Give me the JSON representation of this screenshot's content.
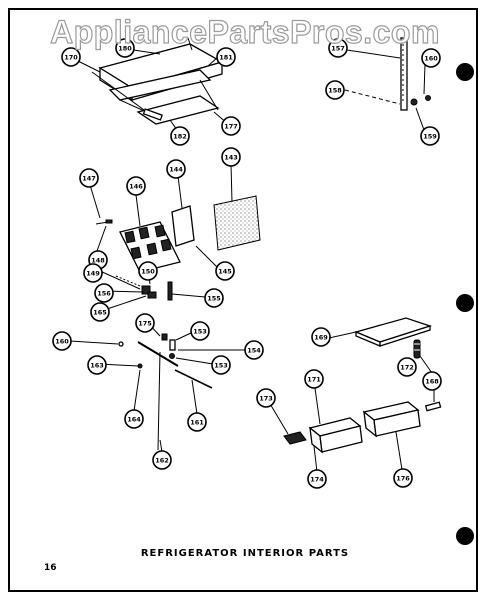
{
  "watermark": "AppliancePartsPros.com",
  "caption": "REFRIGERATOR INTERIOR PARTS",
  "page_number": "16",
  "callouts": {
    "c157": "157",
    "c160a": "160",
    "c158": "158",
    "c159": "159",
    "c170": "170",
    "c180": "180",
    "c181": "181",
    "c182": "182",
    "c177": "177",
    "c147": "147",
    "c146": "146",
    "c144": "144",
    "c143": "143",
    "c148": "148",
    "c149": "149",
    "c145": "145",
    "c150": "150",
    "c156": "156",
    "c165": "165",
    "c155": "155",
    "c175": "175",
    "c153a": "153",
    "c160b": "160",
    "c154": "154",
    "c163": "163",
    "c153b": "153",
    "c164": "164",
    "c161": "161",
    "c162": "162",
    "c169": "169",
    "c168": "168",
    "c172": "172",
    "c171": "171",
    "c173": "173",
    "c174": "174",
    "c176": "176"
  }
}
